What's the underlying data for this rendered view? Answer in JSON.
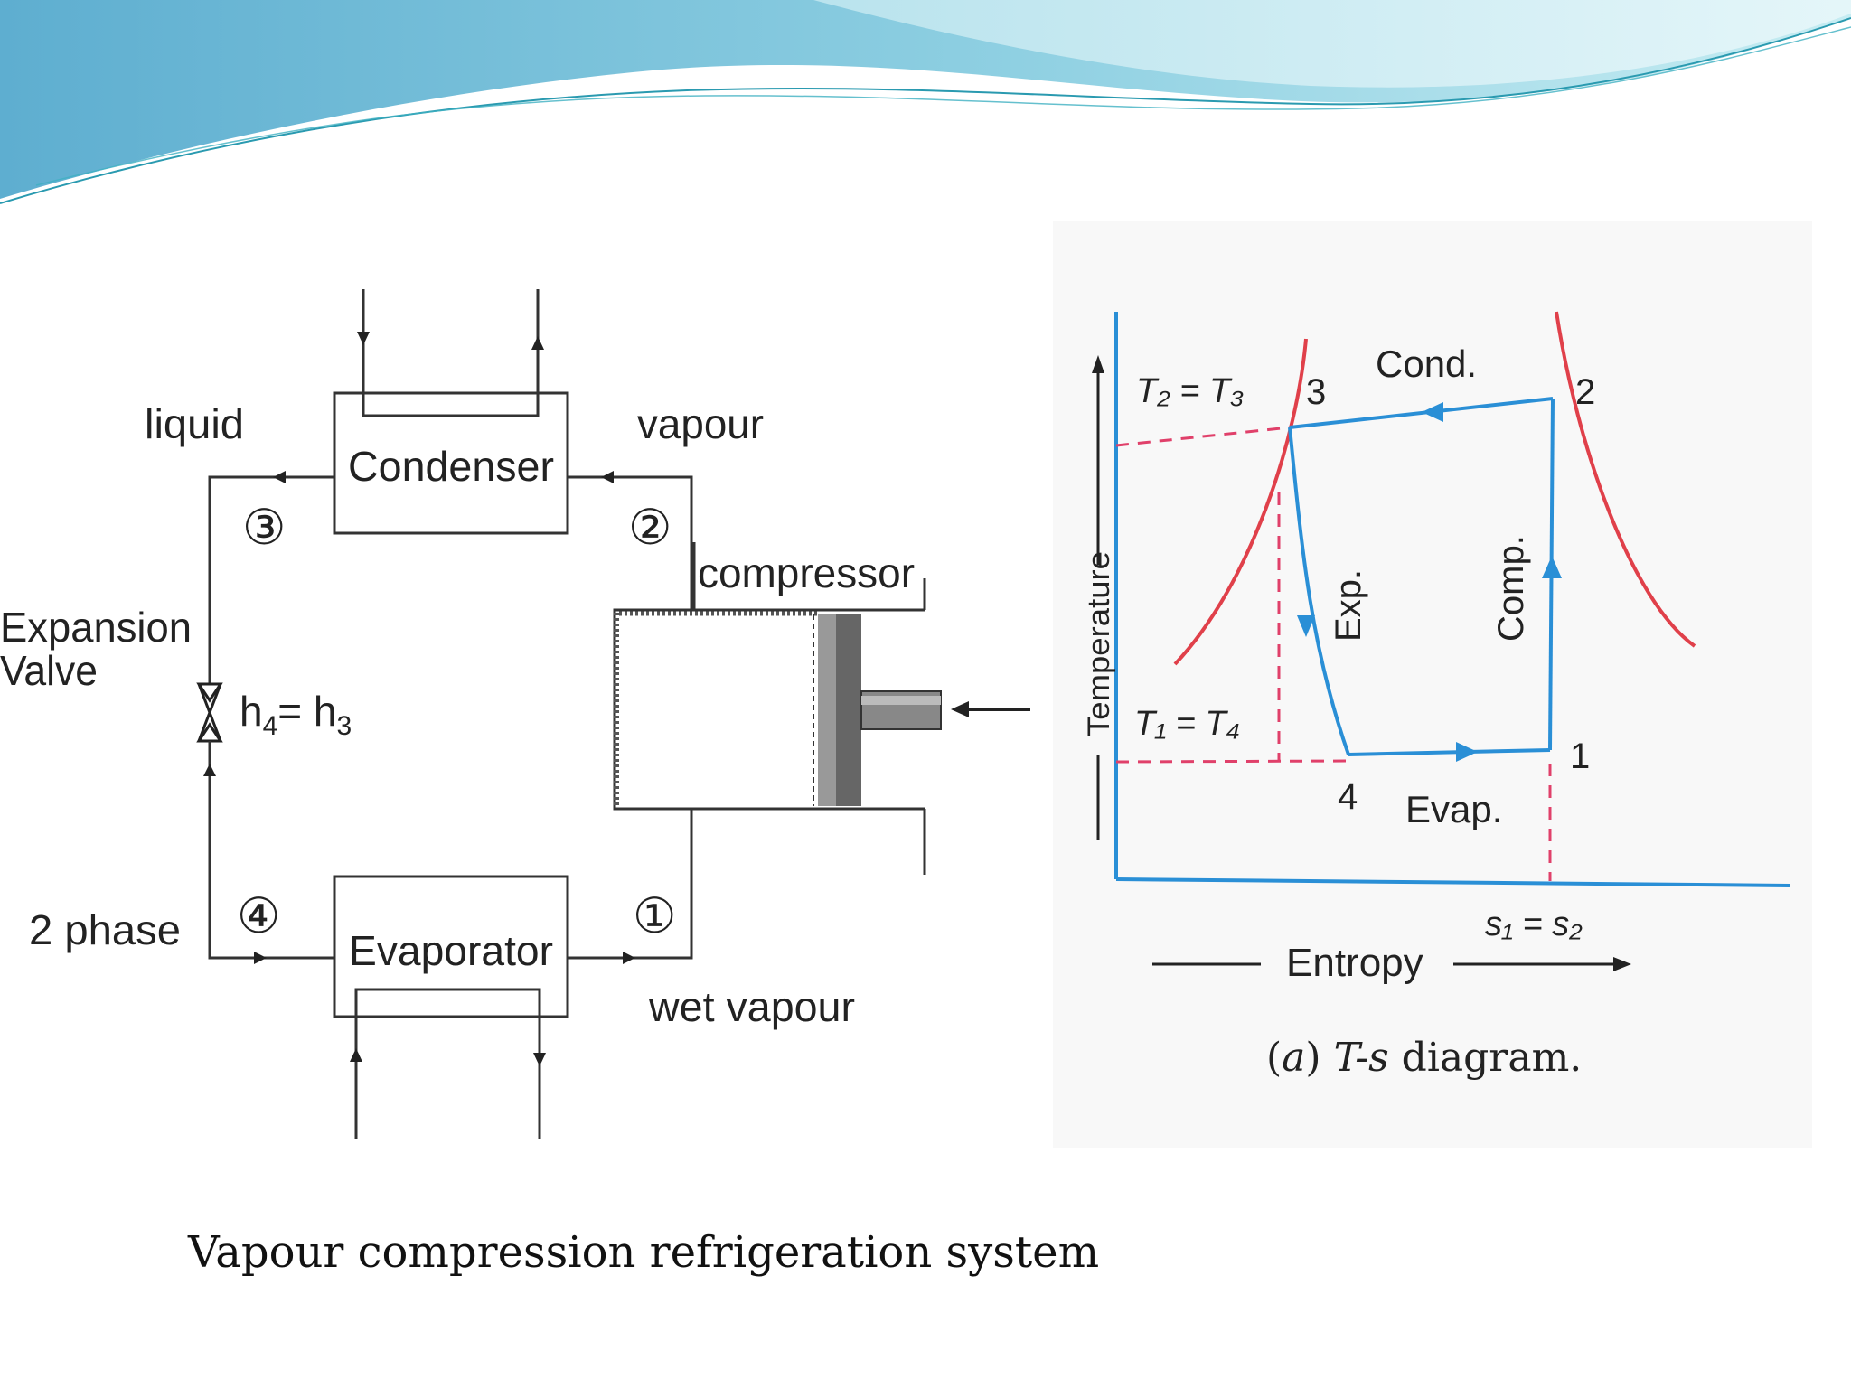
{
  "slide": {
    "caption": "Vapour compression refrigeration system"
  },
  "schematic": {
    "labels": {
      "liquid": "liquid",
      "vapour": "vapour",
      "condenser": "Condenser",
      "compressor": "compressor",
      "expansion_valve_line1": "Expansion",
      "expansion_valve_line2": "Valve",
      "h4": "h",
      "h4_sub": "4",
      "h3": "= h",
      "h3_sub": "3",
      "two_phase": "2 phase",
      "evaporator": "Evaporator",
      "wet_vapour": "wet vapour"
    },
    "state_points": [
      "③",
      "②",
      "④",
      "①"
    ]
  },
  "ts_diagram": {
    "axis_labels": {
      "y": "Temperature",
      "x": "Entropy"
    },
    "process_labels": {
      "cond": "Cond.",
      "evap": "Evap.",
      "exp": "Exp.",
      "comp": "Comp."
    },
    "state_labels": [
      "1",
      "2",
      "3",
      "4"
    ],
    "equations": {
      "t2_t3": "T₂ = T₃",
      "t1_t4": "T₁ = T₄",
      "s1_s2": "s₁ = s₂"
    },
    "caption": {
      "prefix": "(",
      "letter": "a",
      "suffix": ") ",
      "title_italic": "T-s",
      "title_rest": " diagram."
    },
    "colors": {
      "cycle": "#2a8fd6",
      "saturation": "#e0404a",
      "dashed": "#e0406a",
      "axes": "#2a8fd6"
    }
  },
  "colors": {
    "header_gradient_start": "#6fb7d6",
    "header_gradient_end": "#c9ecf3"
  }
}
